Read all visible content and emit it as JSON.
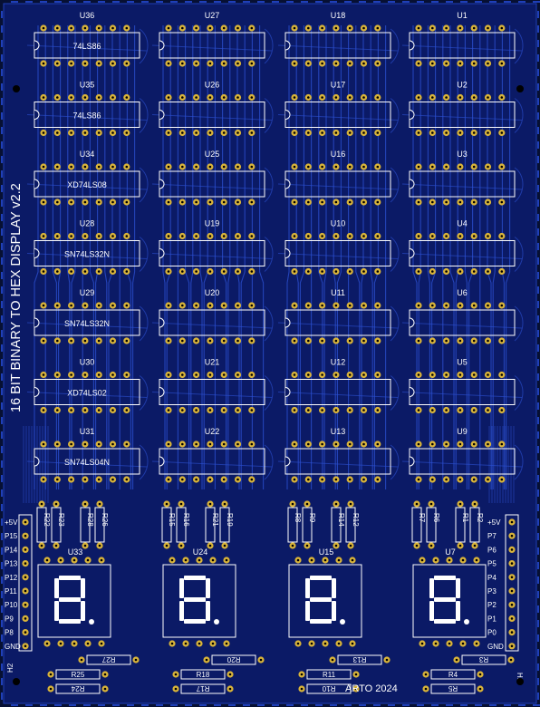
{
  "board": {
    "title": "16 BIT BINARY TO HEX DISPLAY  v2.2",
    "credit": "ARTO 2024",
    "colors": {
      "board": "#0b1a66",
      "copper": "#1f3fb8",
      "trace": "#2d52d4",
      "pad": "#d9b43a",
      "silk": "#ffffff",
      "edge": "#071033"
    }
  },
  "columns": [
    {
      "chips": [
        {
          "ref": "U36",
          "part": "74LS86"
        },
        {
          "ref": "U35",
          "part": "74LS86"
        },
        {
          "ref": "U34",
          "part": "XD74LS08"
        },
        {
          "ref": "U28",
          "part": "SN74LS32N"
        },
        {
          "ref": "U29",
          "part": "SN74LS32N"
        },
        {
          "ref": "U30",
          "part": "XD74LS02"
        },
        {
          "ref": "U31",
          "part": "SN74LS04N"
        }
      ],
      "resistors": [
        "R22",
        "R23",
        "R28",
        "R26"
      ],
      "display": "U33",
      "lower": [
        "R27",
        "R25",
        "R24"
      ]
    },
    {
      "chips": [
        {
          "ref": "U27",
          "part": ""
        },
        {
          "ref": "U26",
          "part": ""
        },
        {
          "ref": "U25",
          "part": ""
        },
        {
          "ref": "U19",
          "part": ""
        },
        {
          "ref": "U20",
          "part": ""
        },
        {
          "ref": "U21",
          "part": ""
        },
        {
          "ref": "U22",
          "part": ""
        }
      ],
      "resistors": [
        "R15",
        "R16",
        "R21",
        "R19"
      ],
      "display": "U24",
      "lower": [
        "R20",
        "R18",
        "R17"
      ]
    },
    {
      "chips": [
        {
          "ref": "U18",
          "part": ""
        },
        {
          "ref": "U17",
          "part": ""
        },
        {
          "ref": "U16",
          "part": ""
        },
        {
          "ref": "U10",
          "part": ""
        },
        {
          "ref": "U11",
          "part": ""
        },
        {
          "ref": "U12",
          "part": ""
        },
        {
          "ref": "U13",
          "part": ""
        }
      ],
      "resistors": [
        "R8",
        "R9",
        "R14",
        "R12"
      ],
      "display": "U15",
      "lower": [
        "R13",
        "R11",
        "R10"
      ]
    },
    {
      "chips": [
        {
          "ref": "U1",
          "part": ""
        },
        {
          "ref": "U2",
          "part": ""
        },
        {
          "ref": "U3",
          "part": ""
        },
        {
          "ref": "U4",
          "part": ""
        },
        {
          "ref": "U6",
          "part": ""
        },
        {
          "ref": "U5",
          "part": ""
        },
        {
          "ref": "U9",
          "part": ""
        }
      ],
      "resistors": [
        "R7",
        "R6",
        "R1",
        "R2"
      ],
      "display": "U7",
      "lower": [
        "R3",
        "R4",
        "R5"
      ]
    }
  ],
  "headers": {
    "left": {
      "ref": "H2",
      "pins": [
        "+5V",
        "P15",
        "P14",
        "P13",
        "P12",
        "P11",
        "P10",
        "P9",
        "P8",
        "GND"
      ]
    },
    "right": {
      "ref": "H1",
      "pins": [
        "+5V",
        "P7",
        "P6",
        "P5",
        "P4",
        "P3",
        "P2",
        "P1",
        "P0",
        "GND"
      ]
    }
  }
}
